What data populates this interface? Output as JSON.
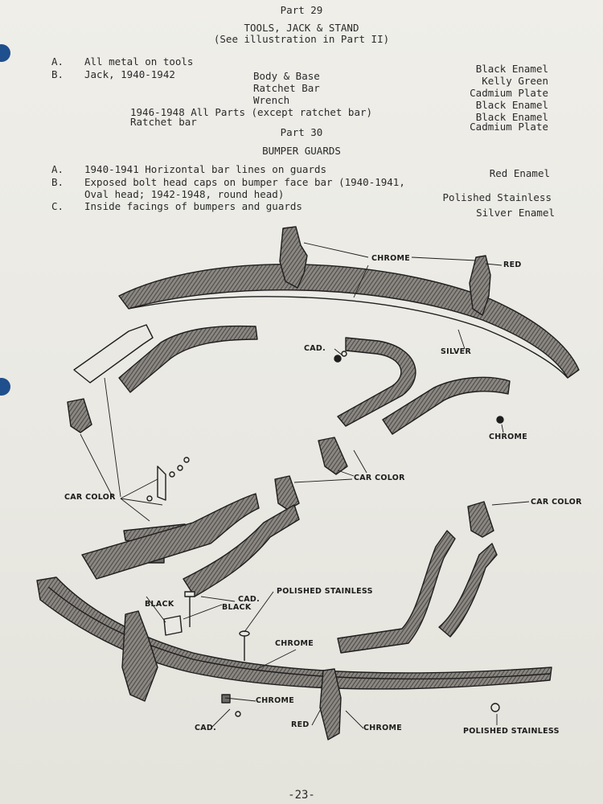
{
  "header": {
    "part": "Part 29",
    "title": "TOOLS, JACK & STAND",
    "subtitle": "(See illustration in Part II)"
  },
  "part29_items": [
    {
      "letter": "A.",
      "text": "All metal on tools"
    },
    {
      "letter": "B.",
      "text": "Jack, 1940-1942"
    }
  ],
  "jack_parts": [
    "Body & Base",
    "Ratchet Bar",
    "Wrench"
  ],
  "jack_1946_line1": "1946-1948 All Parts (except ratchet bar)",
  "jack_1946_line2": "Ratchet bar",
  "part29_finishes": [
    "Black Enamel",
    "Kelly Green",
    "Cadmium Plate",
    "Black Enamel",
    "Black Enamel",
    "Cadmium Plate"
  ],
  "part30": {
    "part": "Part 30",
    "title": "BUMPER GUARDS",
    "items": [
      {
        "letter": "A.",
        "text": "1940-1941 Horizontal bar lines on guards",
        "finish": "Red Enamel"
      },
      {
        "letter": "B.",
        "text": "Exposed bolt head caps on bumper face bar (1940-1941,",
        "text2": "Oval head; 1942-1948, round head)",
        "finish": "Polished Stainless"
      },
      {
        "letter": "C.",
        "text": "Inside facings of bumpers and guards",
        "finish": "Silver Enamel"
      }
    ]
  },
  "diagram_labels": {
    "chrome_top": "CHROME",
    "red_top": "RED",
    "cad_top": "CAD.",
    "silver": "SILVER",
    "chrome_right": "CHROME",
    "car_color_left": "CAR COLOR",
    "car_color_mid": "CAR COLOR",
    "car_color_right": "CAR COLOR",
    "polished_stainless_mid": "POLISHED STAINLESS",
    "cad_mid": "CAD.",
    "black_1": "BLACK",
    "black_2": "BLACK",
    "chrome_mid": "CHROME",
    "chrome_bottom_1": "CHROME",
    "cad_bottom": "CAD.",
    "red_bottom": "RED",
    "chrome_bottom_2": "CHROME",
    "polished_stainless_bottom": "POLISHED STAINLESS"
  },
  "footer": {
    "page_number": "-23-"
  }
}
